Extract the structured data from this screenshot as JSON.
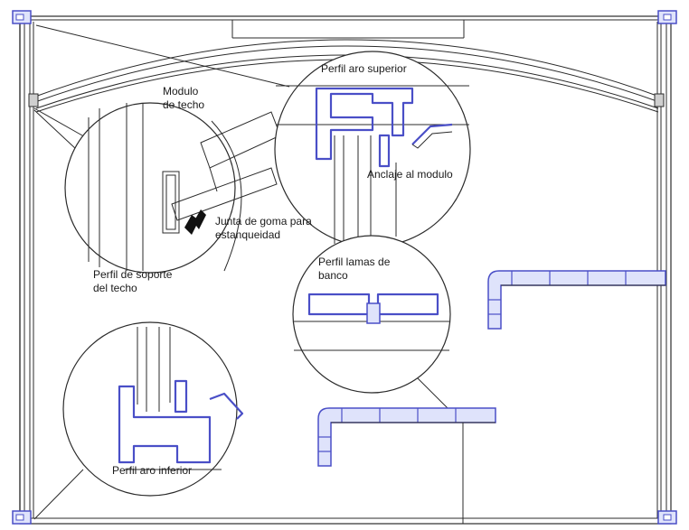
{
  "labels": {
    "roof_module": [
      "Modulo",
      "de techo"
    ],
    "rubber_gasket": [
      "Junta de goma para",
      "estanqueidad"
    ],
    "roof_support": [
      "Perfil de soporte",
      "del techo"
    ],
    "upper_ring": "Perfil aro superior",
    "module_anchor": "Anclaje al modulo",
    "bench_slats": [
      "Perfil lamas de",
      "banco"
    ],
    "lower_ring": "Perfil aro inferior"
  },
  "colors": {
    "profile_stroke": "#4a4fc7",
    "profile_fill": "#dfe3fb",
    "line": "#2b2b2b"
  }
}
